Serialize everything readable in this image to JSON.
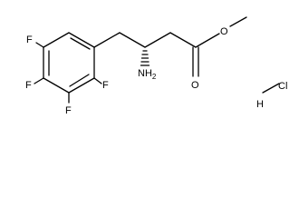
{
  "molecule": {
    "atom_labels": {
      "f_top": "F",
      "f_left": "F",
      "f_bottom": "F",
      "f_right": "F",
      "amine": "NH",
      "amine_subscript": "2",
      "ester_oxygen": "O",
      "carbonyl_oxygen": "O",
      "chloride": "Cl",
      "hydrogen": "H"
    },
    "colors": {
      "bond": "#000000",
      "label": "#000000",
      "background": "#ffffff"
    }
  }
}
